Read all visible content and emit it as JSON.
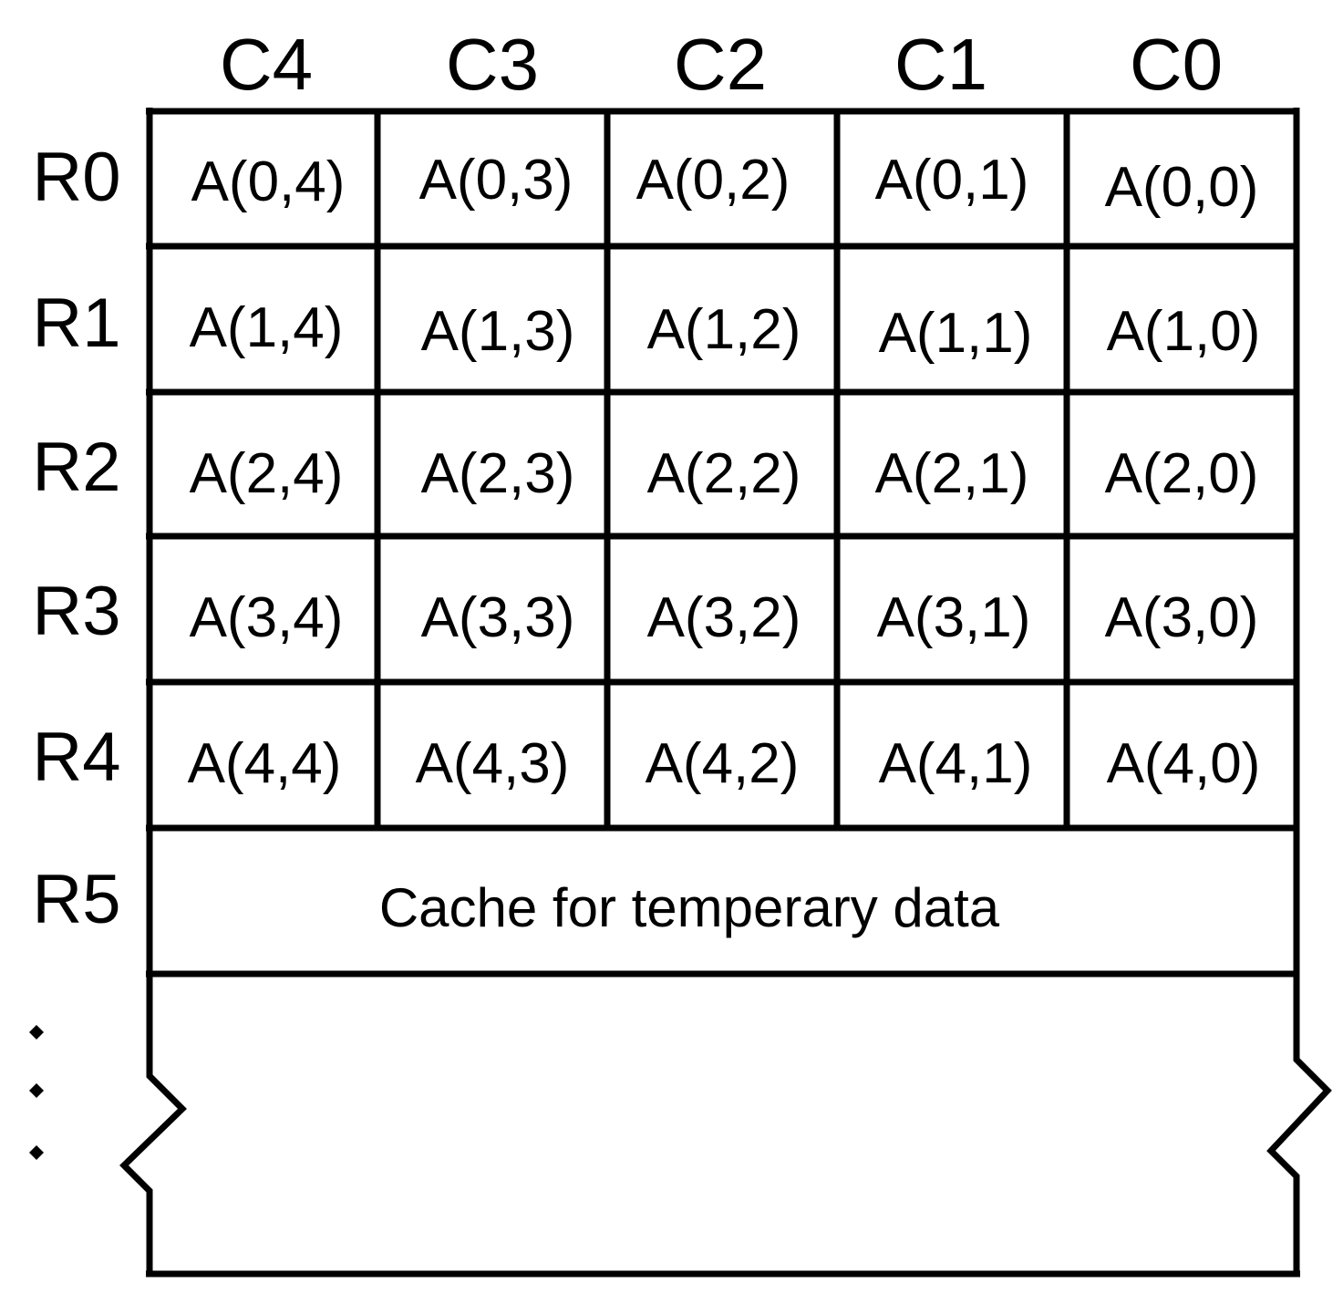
{
  "column_headers": [
    "C4",
    "C3",
    "C2",
    "C1",
    "C0"
  ],
  "row_headers": [
    "R0",
    "R1",
    "R2",
    "R3",
    "R4",
    "R5"
  ],
  "cells": [
    [
      "A(0,4)",
      "A(0,3)",
      "A(0,2)",
      "A(0,1)",
      "A(0,0)"
    ],
    [
      "A(1,4)",
      "A(1,3)",
      "A(1,2)",
      "A(1,1)",
      "A(1,0)"
    ],
    [
      "A(2,4)",
      "A(2,3)",
      "A(2,2)",
      "A(2,1)",
      "A(2,0)"
    ],
    [
      "A(3,4)",
      "A(3,3)",
      "A(3,2)",
      "A(3,1)",
      "A(3,0)"
    ],
    [
      "A(4,4)",
      "A(4,3)",
      "A(4,2)",
      "A(4,1)",
      "A(4,0)"
    ]
  ],
  "cache_row_label": "Cache for temperary data"
}
